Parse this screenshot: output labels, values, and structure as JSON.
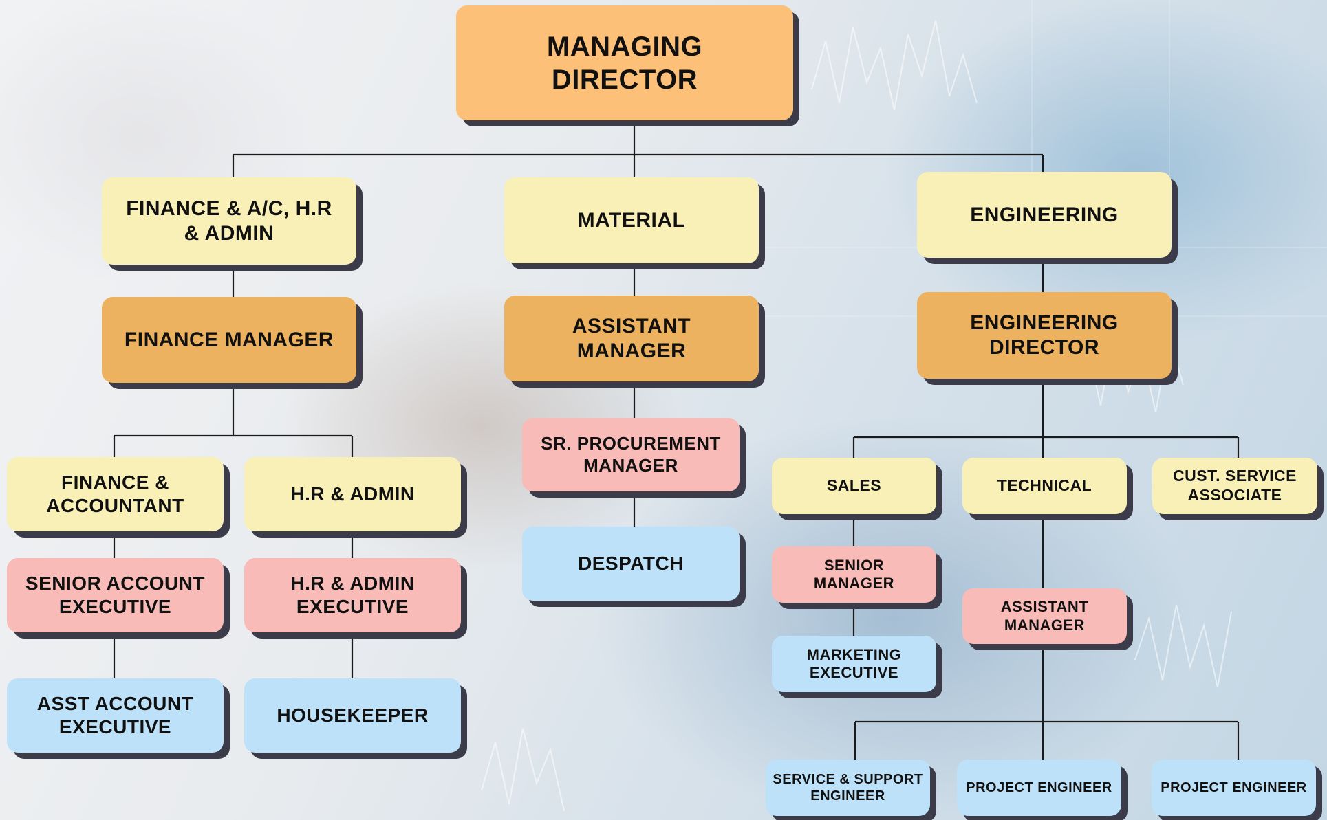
{
  "chart": {
    "root": "MANAGING\nDIRECTOR",
    "departments": {
      "finance": "FINANCE & A/C, H.R\n& ADMIN",
      "material": "MATERIAL",
      "engineering": "ENGINEERING"
    },
    "finance": {
      "manager": "FINANCE MANAGER",
      "accountant": "FINANCE &\nACCOUNTANT",
      "hr_admin": "H.R & ADMIN",
      "senior_account_exec": "SENIOR ACCOUNT\nEXECUTIVE",
      "hr_admin_exec": "H.R & ADMIN\nEXECUTIVE",
      "asst_account_exec": "ASST ACCOUNT\nEXECUTIVE",
      "housekeeper": "HOUSEKEEPER"
    },
    "material": {
      "assistant_manager": "ASSISTANT\nMANAGER",
      "sr_procurement": "SR. PROCUREMENT\nMANAGER",
      "despatch": "DESPATCH"
    },
    "engineering": {
      "director": "ENGINEERING\nDIRECTOR",
      "sales": "SALES",
      "technical": "TECHNICAL",
      "cust_service": "CUST. SERVICE\nASSOCIATE",
      "senior_manager": "SENIOR\nMANAGER",
      "marketing_exec": "MARKETING\nEXECUTIVE",
      "assistant_manager": "ASSISTANT\nMANAGER",
      "service_support": "SERVICE & SUPPORT\nENGINEER",
      "project_engineer_1": "PROJECT ENGINEER",
      "project_engineer_2": "PROJECT ENGINEER"
    }
  },
  "colors": {
    "root": "#fcc079",
    "manager": "#ecb25f",
    "department": "#f9f0b8",
    "senior": "#f8bbb7",
    "junior": "#bde1f8",
    "shadow": "#3b3b49",
    "connector": "#1a1a1a"
  }
}
